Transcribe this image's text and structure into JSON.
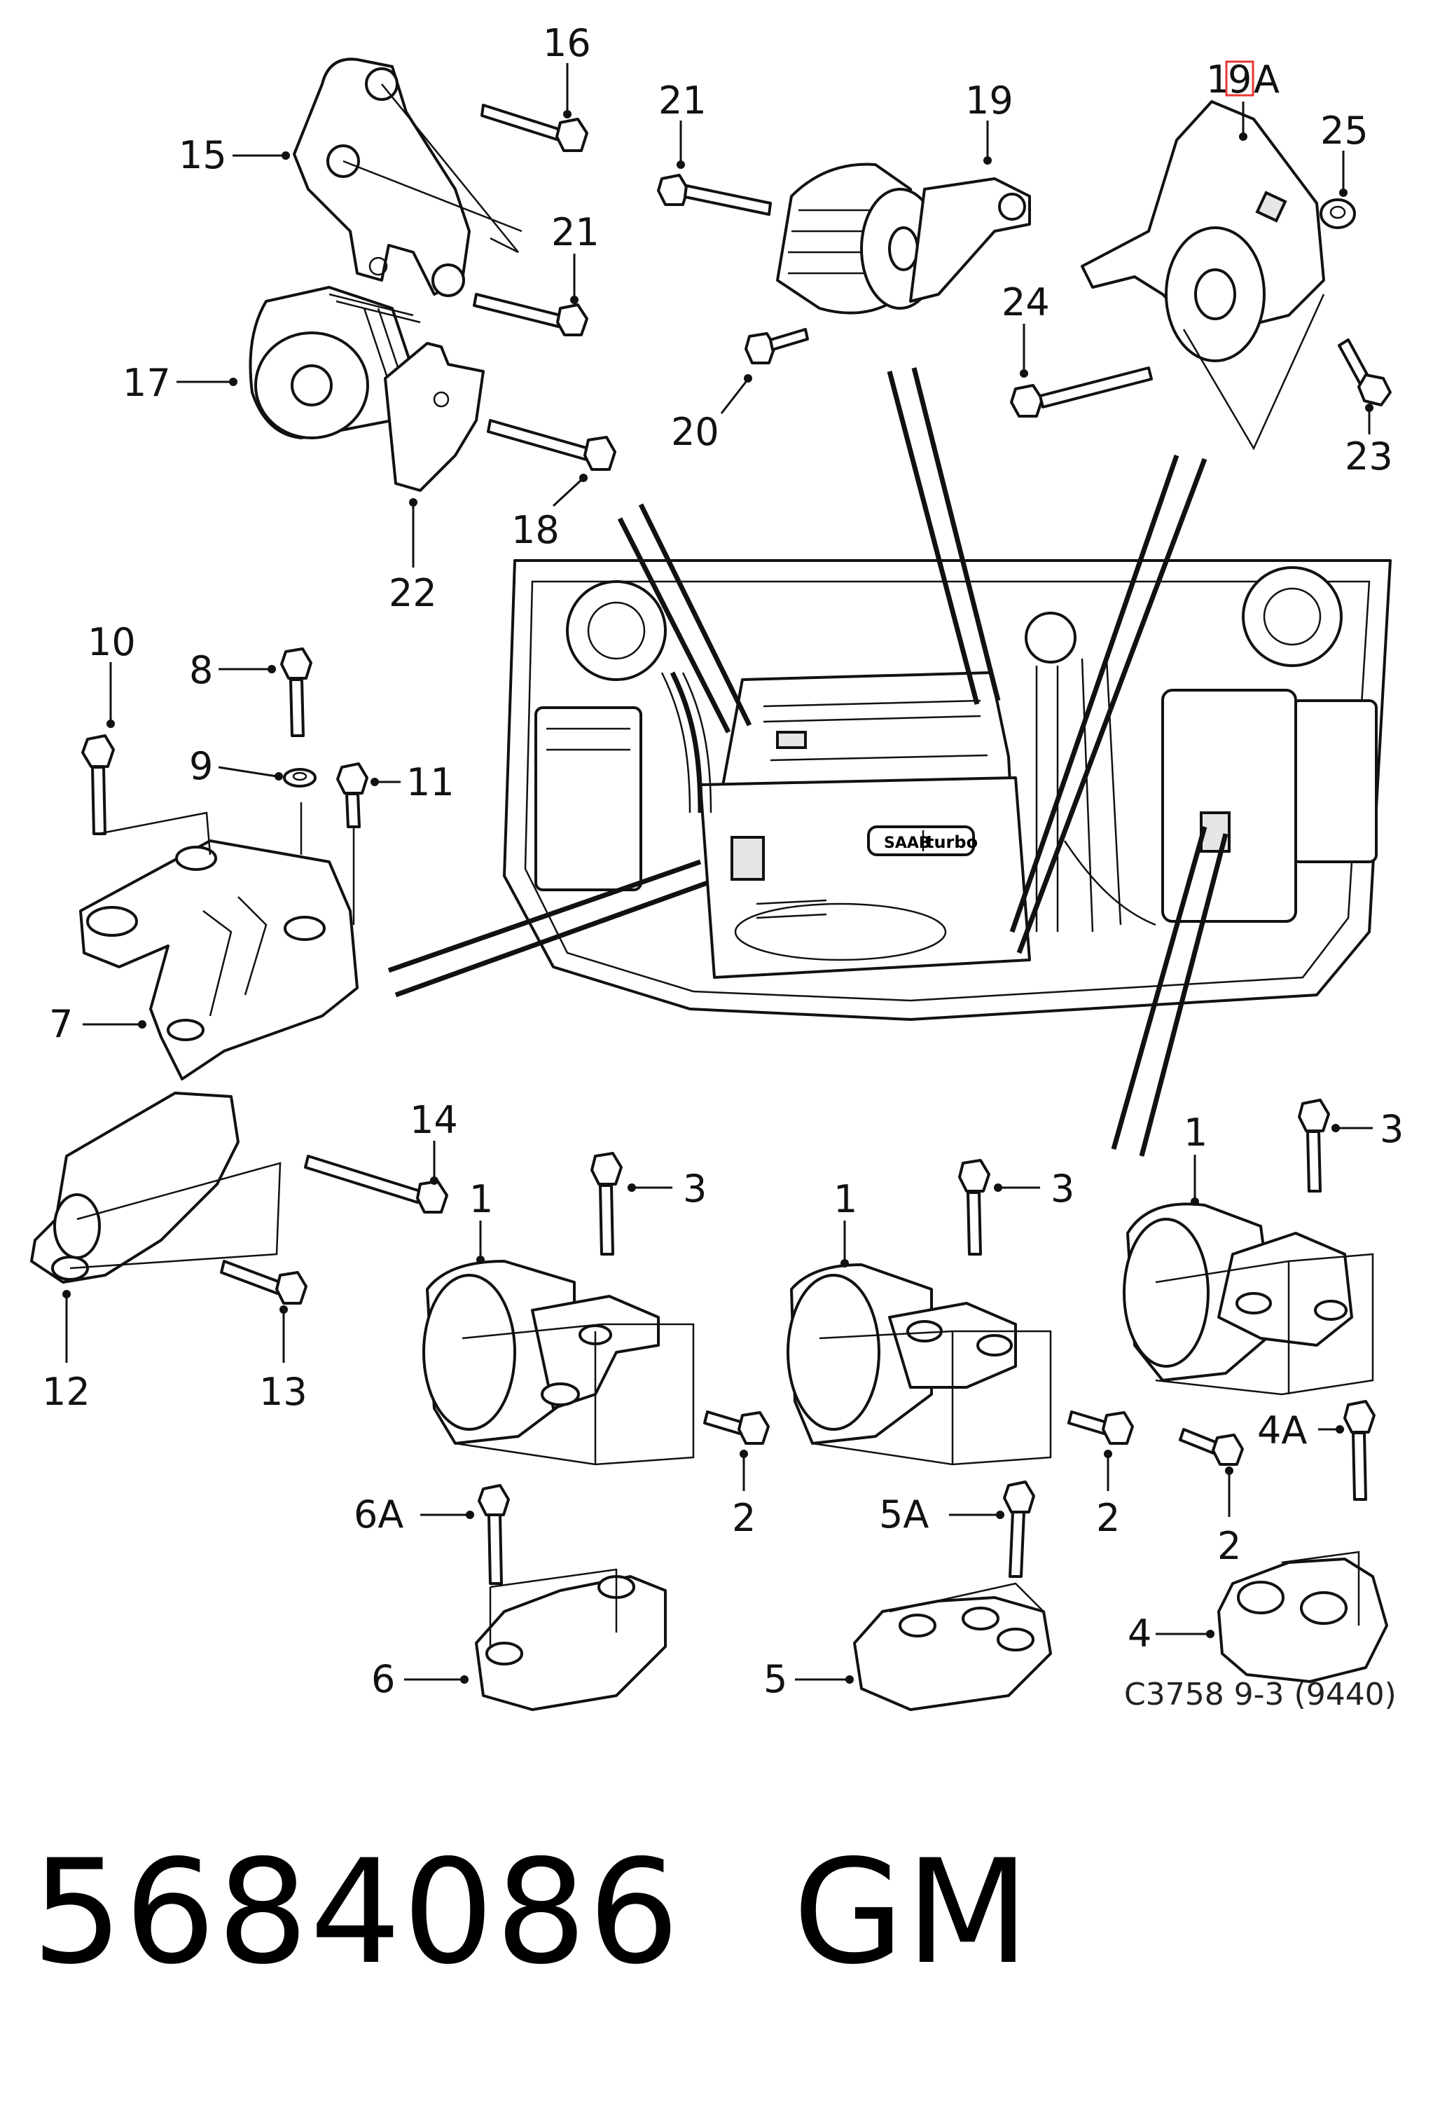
{
  "callouts": {
    "c16": "16",
    "c15": "15",
    "c21a": "21",
    "c21b": "21",
    "c17": "17",
    "c18": "18",
    "c22": "22",
    "c19": "19",
    "c20": "20",
    "c19a_pre": "1",
    "c19a_mark": "9",
    "c19a_post": "A",
    "c25": "25",
    "c24": "24",
    "c23": "23",
    "c10": "10",
    "c8": "8",
    "c9": "9",
    "c11": "11",
    "c7": "7",
    "c14": "14",
    "c12": "12",
    "c13": "13",
    "c1a": "1",
    "c3a": "3",
    "c2a": "2",
    "c6a": "6A",
    "c6": "6",
    "c1b": "1",
    "c3b": "3",
    "c2b": "2",
    "c5a": "5A",
    "c5": "5",
    "c1c": "1",
    "c3c": "3",
    "c2c": "2",
    "c4a": "4A",
    "c4": "4"
  },
  "engine_badge": {
    "brand": "SAAB",
    "model": "turbo"
  },
  "caption": "C3758 9-3 (9440)",
  "footer": {
    "part_number": "5684086",
    "brand": "GM"
  },
  "highlight_color": "#e53935"
}
